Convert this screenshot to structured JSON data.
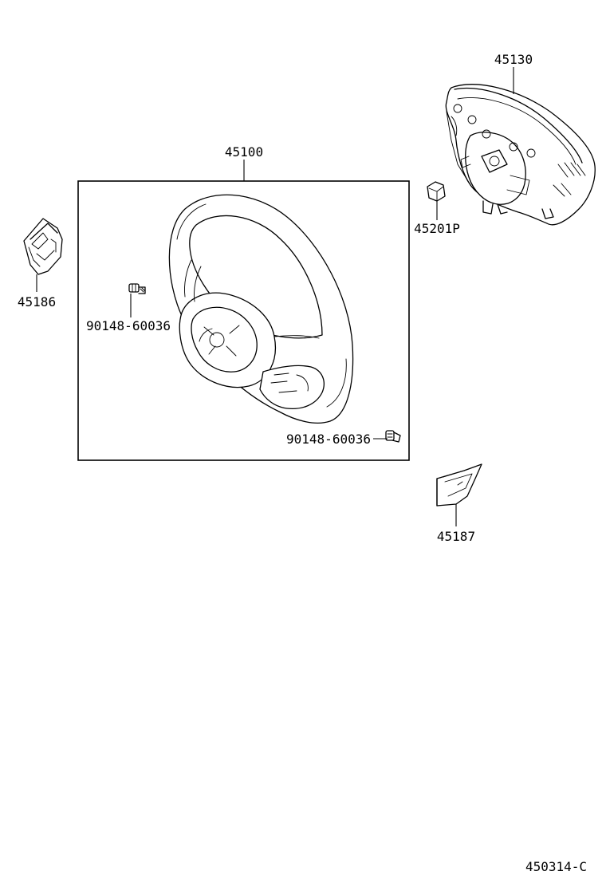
{
  "labels": {
    "steering_wheel": "45100",
    "pad_assembly": "45130",
    "nut": "45201P",
    "cover_left": "45186",
    "cover_right": "45187",
    "bolt_upper": "90148-60036",
    "bolt_lower": "90148-60036",
    "diagram_code": "450314-C"
  }
}
